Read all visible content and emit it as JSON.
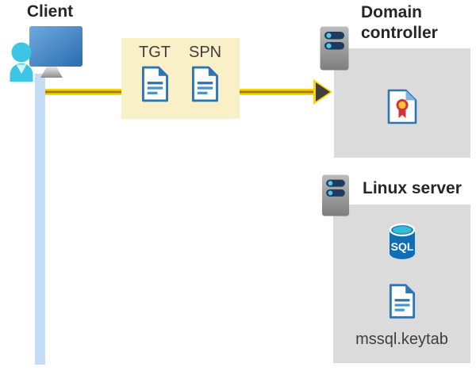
{
  "client": {
    "label": "Client"
  },
  "tickets": {
    "items": [
      {
        "label": "TGT"
      },
      {
        "label": "SPN"
      }
    ]
  },
  "domain_controller": {
    "title": "Domain controller"
  },
  "linux_server": {
    "title": "Linux server",
    "database_label": "SQL",
    "keytab_filename": "mssql.keytab"
  },
  "icons": {
    "client": "monitor-user-icon",
    "tickets": "document-icon",
    "domain_controller": "server-icon, certificate-icon",
    "linux_server": "server-icon, sql-database-icon, document-icon",
    "flow": "yellow-arrow-right"
  },
  "colors": {
    "arrow_yellow": "#FFD400",
    "arrow_core": "#9C8208",
    "arrowhead_dark": "#3F3F3F",
    "ticket_box_bg": "#FAF0C8",
    "server_box_bg": "#DBDBDB",
    "client_line_blue": "#C5DCF6",
    "doc_blue": "#2E75B6",
    "doc_blue_light": "#4A94CC",
    "monitor_blue_gradient": "#6FA9DE-#2B6CB0",
    "person_cyan": "#3EC4E4",
    "server_pill_navy": "#1E3A5F",
    "server_dot_cyan": "#54C6EB",
    "cert_red": "#D13438",
    "cert_gold": "#FFC72C",
    "sql_body_blue": "#0E6FB8",
    "sql_top_cyan": "#35BCD9",
    "title_text": "#262626",
    "label_text": "#3E3E3E"
  }
}
